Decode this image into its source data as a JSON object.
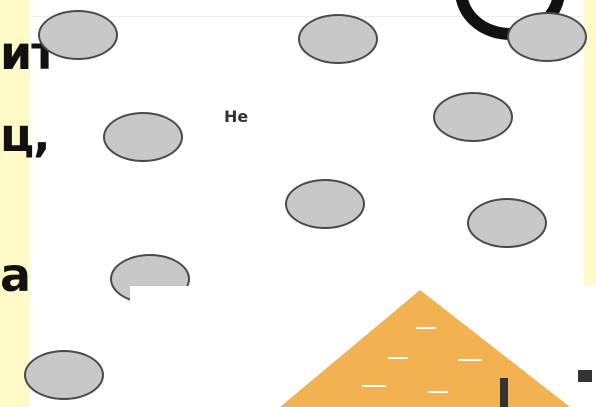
{
  "slide": {
    "lines": [
      "ит",
      "ц,",
      "а"
    ],
    "label": "He"
  },
  "colors": {
    "background": "#ffffff",
    "side_strip": "#fffbc8",
    "circle_fill": "#c8c8c8",
    "circle_stroke": "#4a4a4a",
    "pyramid_fill": "#f2b252"
  },
  "icons": {
    "circles": "circle-shape",
    "pyramid": "pyramid-illustration"
  }
}
